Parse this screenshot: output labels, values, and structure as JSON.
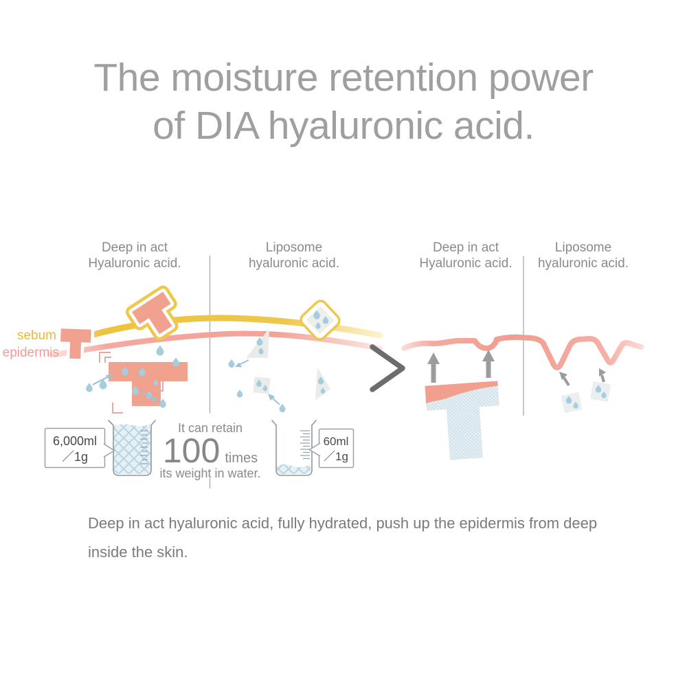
{
  "title": {
    "line1": "The moisture retention power",
    "line2": "of DIA hyaluronic acid."
  },
  "figure_before": {
    "columns": [
      {
        "label_line1": "Deep in act",
        "label_line2": "Hyaluronic acid."
      },
      {
        "label_line1": "Liposome",
        "label_line2": "hyaluronic acid."
      }
    ],
    "skin_labels": {
      "sebum": "sebum",
      "epidermis": "epidermis"
    },
    "capacity": {
      "deep_in_act": {
        "volume": "6,000ml",
        "per_weight": "／1g"
      },
      "liposome": {
        "volume": "60ml",
        "per_weight": "／1g"
      },
      "statement": {
        "intro": "It can retain",
        "number": "100",
        "unit": "times",
        "outro": "its weight in water."
      }
    }
  },
  "figure_after": {
    "columns": [
      {
        "label_line1": "Deep in act",
        "label_line2": "Hyaluronic acid."
      },
      {
        "label_line1": "Liposome",
        "label_line2": "hyaluronic acid."
      }
    ]
  },
  "caption": "Deep in act hyaluronic acid, fully hydrated, push up the epidermis from deep inside the skin.",
  "icons": {
    "transition": "chevron-right",
    "molecule": "t-shape",
    "liposome": "capsule-square",
    "water": "drop"
  },
  "colors": {
    "title_gray": "#9f9f9f",
    "label_gray": "#8a8a8a",
    "caption_gray": "#7a7a7a",
    "sebum_yellow": "#edc33e",
    "yellow_outline": "#eec84a",
    "epidermis_pink": "#f3a094",
    "molecule_salmon": "#f1a28e",
    "bracket_pink": "#e9a79f",
    "water_blue": "#a6cddd",
    "water_fill_light": "#e6f0f5",
    "arrow_gray": "#9c9c9c",
    "chevron_gray": "#6c6c6c",
    "divider_gray": "#a3a3a3",
    "box_border_gray": "#9aa0a3",
    "box_text_gray": "#474a4c"
  }
}
